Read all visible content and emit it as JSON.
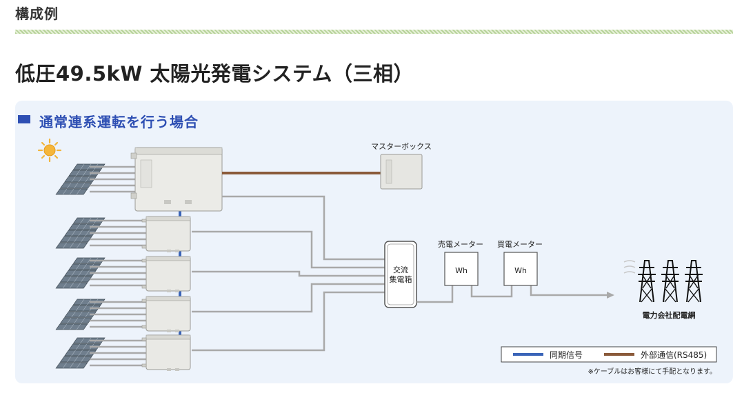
{
  "section": {
    "title": "構成例"
  },
  "main": {
    "title": "低圧49.5kW 太陽光発電システム（三相）"
  },
  "diagram": {
    "mode_label": "通常連系運転を行う場合",
    "master_box_label": "マスターボックス",
    "ac_box_label_1": "交流",
    "ac_box_label_2": "集電箱",
    "sell_meter_label": "売電メーター",
    "buy_meter_label": "買電メーター",
    "meter_unit": "Wh",
    "grid_label": "電力会社配電網",
    "legend": {
      "sync_signal": "同期信号",
      "external_comm": "外部通信(RS485)"
    },
    "footnote": "※ケーブルはお客様にて手配となります。",
    "colors": {
      "sync_line": "#3a64b8",
      "comm_line": "#8a5a3a",
      "cable": "#a9a9a9",
      "accent": "#2e4fb3"
    }
  }
}
